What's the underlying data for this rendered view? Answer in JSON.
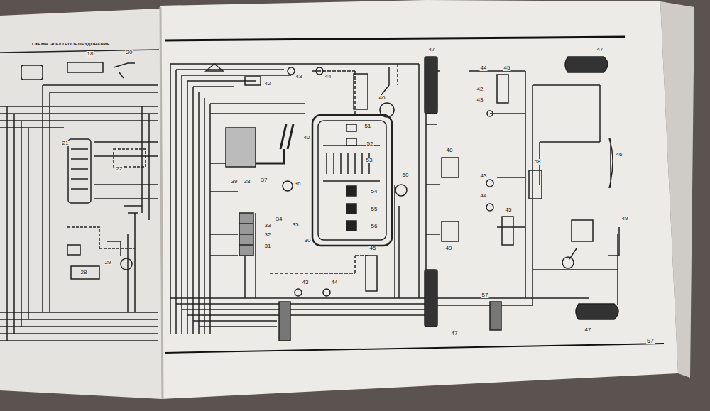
{
  "diagram": {
    "title": "СХЕМА ЭЛЕКТРООБОРУДОВАНИЕ",
    "labels": [
      "18",
      "20",
      "21",
      "22",
      "29",
      "28",
      "42",
      "43",
      "44",
      "46",
      "47",
      "44",
      "45",
      "42",
      "43",
      "47",
      "40",
      "51",
      "52",
      "53",
      "39",
      "38",
      "37",
      "36",
      "34",
      "33",
      "32",
      "31",
      "35",
      "30",
      "54",
      "55",
      "56",
      "50",
      "48",
      "49",
      "43",
      "44",
      "45",
      "58",
      "46",
      "49",
      "45",
      "43",
      "44",
      "57",
      "47",
      "47",
      "67"
    ]
  }
}
